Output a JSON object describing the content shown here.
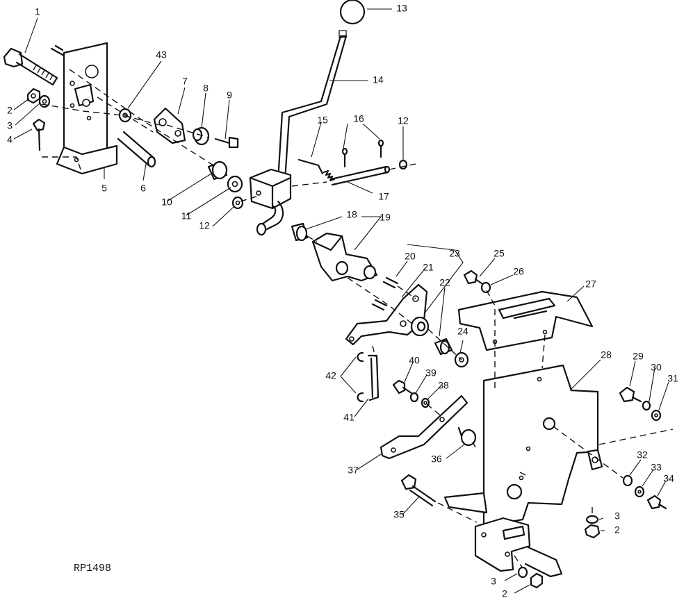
{
  "reference_code": "RP1498",
  "callouts": [
    "1",
    "2",
    "3",
    "4",
    "5",
    "6",
    "7",
    "8",
    "9",
    "10",
    "11",
    "12",
    "12",
    "13",
    "14",
    "15",
    "16",
    "17",
    "18",
    "19",
    "20",
    "21",
    "22",
    "23",
    "24",
    "25",
    "26",
    "27",
    "28",
    "29",
    "30",
    "31",
    "32",
    "33",
    "34",
    "35",
    "36",
    "37",
    "38",
    "39",
    "40",
    "41",
    "42",
    "43",
    "3",
    "2",
    "3",
    "2"
  ]
}
